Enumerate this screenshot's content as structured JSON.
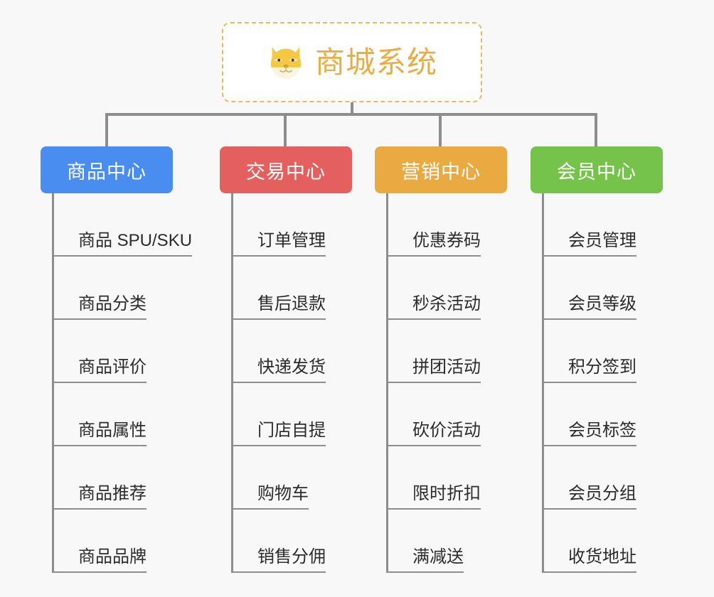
{
  "root": {
    "title": "商城系统",
    "icon": "shiba-dog-icon",
    "border_color": "#e8b960",
    "text_color": "#e8ae45",
    "background": "#ffffff",
    "border_style": "dashed"
  },
  "canvas": {
    "background": "#f8f8f8",
    "connector_color": "#8d8d8d"
  },
  "branches": [
    {
      "label": "商品中心",
      "color": "#4a8df0",
      "items": [
        "商品 SPU/SKU",
        "商品分类",
        "商品评价",
        "商品属性",
        "商品推荐",
        "商品品牌"
      ]
    },
    {
      "label": "交易中心",
      "color": "#e4605f",
      "items": [
        "订单管理",
        "售后退款",
        "快递发货",
        "门店自提",
        "购物车",
        "销售分佣"
      ]
    },
    {
      "label": "营销中心",
      "color": "#eaaa42",
      "items": [
        "优惠券码",
        "秒杀活动",
        "拼团活动",
        "砍价活动",
        "限时折扣",
        "满减送"
      ]
    },
    {
      "label": "会员中心",
      "color": "#75c34a",
      "items": [
        "会员管理",
        "会员等级",
        "积分签到",
        "会员标签",
        "会员分组",
        "收货地址"
      ]
    }
  ]
}
